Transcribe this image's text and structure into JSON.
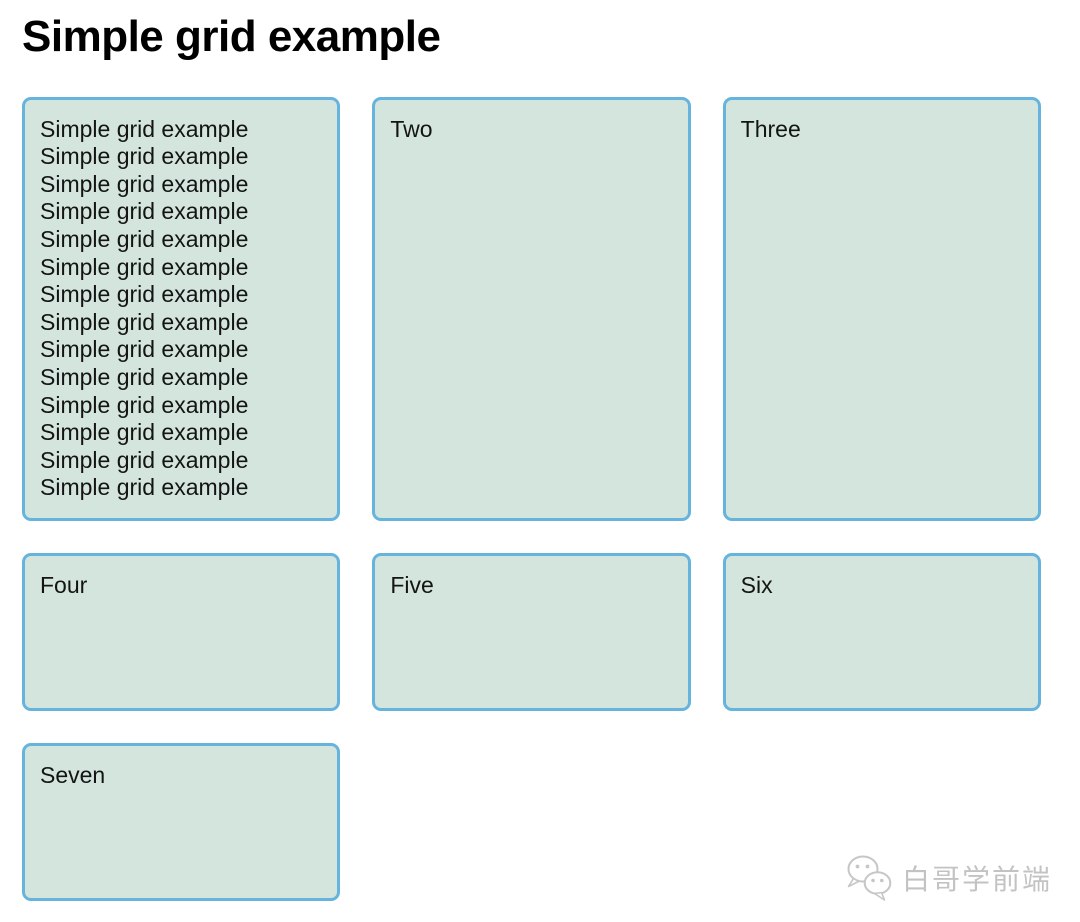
{
  "page": {
    "heading": "Simple grid example"
  },
  "grid": {
    "columns": 3,
    "boxes": [
      {
        "id": "one",
        "lines": [
          "Simple grid example",
          "Simple grid example",
          "Simple grid example",
          "Simple grid example",
          "Simple grid example",
          "Simple grid example",
          "Simple grid example",
          "Simple grid example",
          "Simple grid example",
          "Simple grid example",
          "Simple grid example",
          "Simple grid example",
          "Simple grid example",
          "Simple grid example"
        ]
      },
      {
        "id": "two",
        "lines": [
          "Two"
        ]
      },
      {
        "id": "three",
        "lines": [
          "Three"
        ]
      },
      {
        "id": "four",
        "lines": [
          "Four"
        ]
      },
      {
        "id": "five",
        "lines": [
          "Five"
        ]
      },
      {
        "id": "six",
        "lines": [
          "Six"
        ]
      },
      {
        "id": "seven",
        "lines": [
          "Seven"
        ]
      }
    ]
  },
  "watermark": {
    "icon": "wechat-icon",
    "text": "白哥学前端"
  },
  "colors": {
    "heading_text": "#000000",
    "box_background": "#D3E5DC",
    "box_border": "#66B4DD",
    "watermark_text": "#C3C3C3"
  }
}
